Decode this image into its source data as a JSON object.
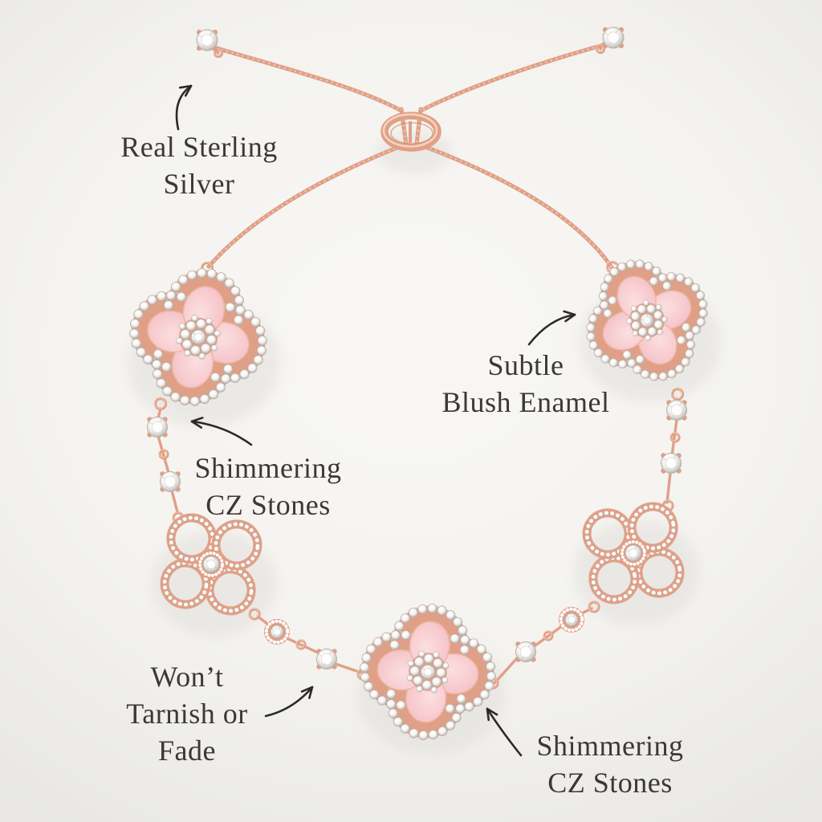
{
  "annotations": {
    "sterling_silver": {
      "lines": [
        "Real Sterling",
        "Silver"
      ]
    },
    "blush_enamel": {
      "lines": [
        "Subtle",
        "Blush Enamel"
      ]
    },
    "cz_stones_left": {
      "lines": [
        "Shimmering",
        "CZ Stones"
      ]
    },
    "wont_tarnish": {
      "lines": [
        "Won’t",
        "Tarnish or",
        "Fade"
      ]
    },
    "cz_stones_right": {
      "lines": [
        "Shimmering",
        "CZ Stones"
      ]
    }
  },
  "bracelet": {
    "description": "Rose gold adjustable bolo bracelet with blush pink enamel clover flower charms, open pavé clover charms and round CZ stations",
    "components": [
      "solitaire CZ chain end (left)",
      "solitaire CZ chain end (right)",
      "rope chain",
      "oval bolo slider clasp",
      "blush enamel flower charm (top left)",
      "blush enamel flower charm (top right)",
      "blush enamel flower charm (bottom center)",
      "open pavé clover charm (left)",
      "open pavé clover charm (right)",
      "round CZ stations"
    ]
  },
  "colors": {
    "background": "#f4f3f0",
    "background_edge": "#e8e7e4",
    "text": "#3c3835",
    "arrow": "#2b2a29",
    "rose_gold": "#e0a087",
    "rose_gold_light": "#f6d2bd",
    "rose_gold_dark": "#c9855f",
    "enamel_pink": "#f8ced2",
    "enamel_pink_light": "#fbdfe1",
    "cz_white": "#ffffff",
    "cz_shade": "#d2ceca",
    "cz_edge": "#b2aea9"
  }
}
